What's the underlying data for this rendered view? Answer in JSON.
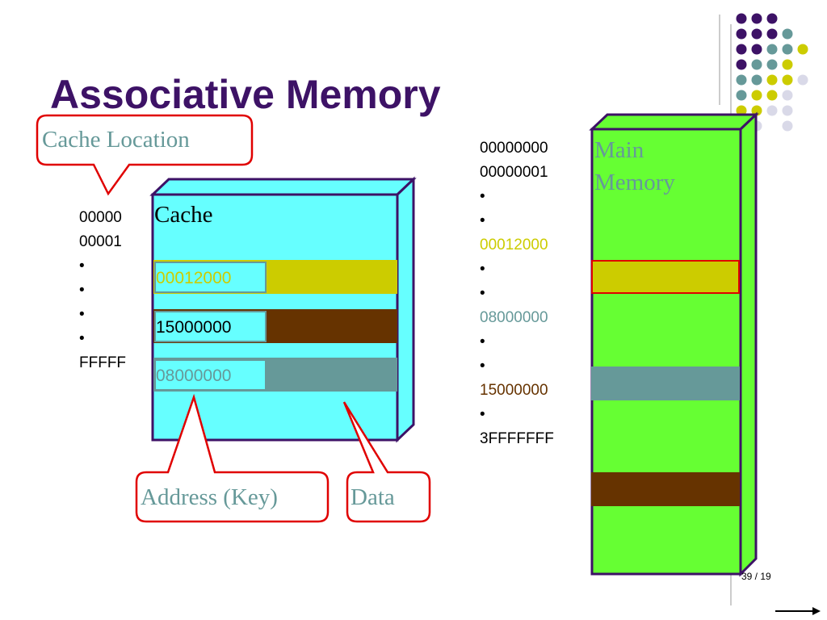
{
  "title": "Associative Memory",
  "callouts": {
    "cache_location": "Cache Location",
    "address_key": "Address (Key)",
    "data": "Data"
  },
  "cache": {
    "label": "Cache",
    "locations": [
      "00000",
      "00001",
      "•",
      "•",
      "•",
      "•",
      "FFFFF"
    ],
    "entries": [
      {
        "address": "00012000",
        "text_color": "#cccc00",
        "data_color": "#cccc00"
      },
      {
        "address": "15000000",
        "text_color": "#000000",
        "data_color": "#663300"
      },
      {
        "address": "08000000",
        "text_color": "#669999",
        "data_color": "#669999"
      }
    ],
    "body_color": "#66ffff"
  },
  "main_memory": {
    "label_line1": "Main",
    "label_line2": "Memory",
    "body_color": "#66ff33",
    "addresses": [
      {
        "text": "00000000",
        "color": "#000000"
      },
      {
        "text": "00000001",
        "color": "#000000"
      },
      {
        "text": "•",
        "color": "#000000"
      },
      {
        "text": "•",
        "color": "#000000"
      },
      {
        "text": "00012000",
        "color": "#cccc00"
      },
      {
        "text": "•",
        "color": "#000000"
      },
      {
        "text": "•",
        "color": "#000000"
      },
      {
        "text": "08000000",
        "color": "#669999"
      },
      {
        "text": "•",
        "color": "#000000"
      },
      {
        "text": "•",
        "color": "#000000"
      },
      {
        "text": "15000000",
        "color": "#663300"
      },
      {
        "text": "•",
        "color": "#000000"
      },
      {
        "text": "3FFFFFFF",
        "color": "#000000"
      }
    ]
  },
  "page_number": "39 / 19",
  "decor_dot_colors": [
    "#3d1266",
    "#669999",
    "#cccc00",
    "#d9d9e8"
  ]
}
